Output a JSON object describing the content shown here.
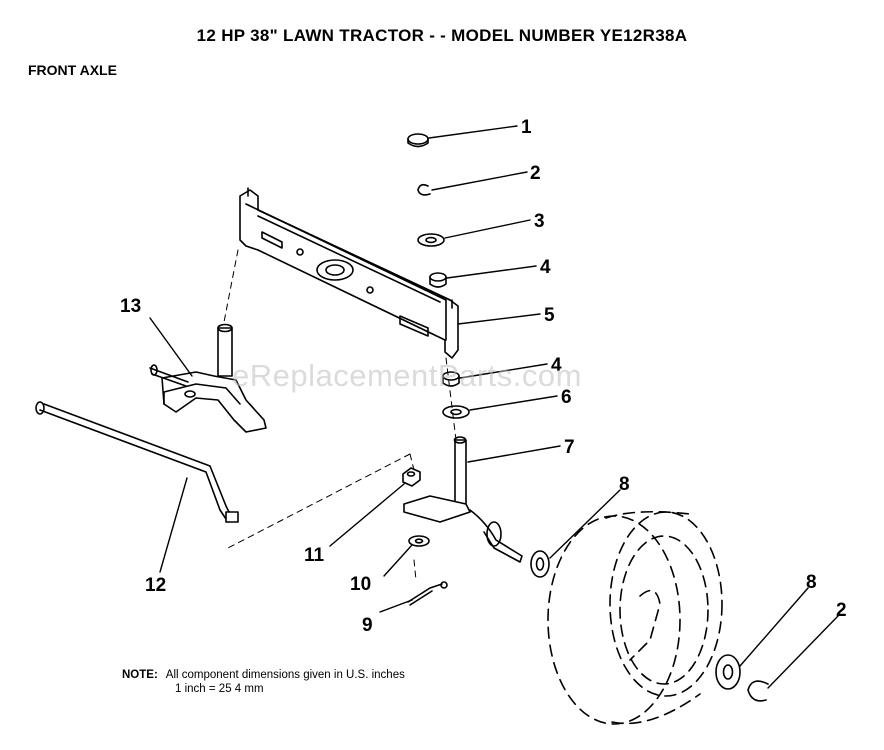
{
  "header": {
    "title": "12 HP 38\" LAWN TRACTOR - - MODEL NUMBER YE12R38A",
    "subtitle": "FRONT AXLE"
  },
  "callouts": [
    "1",
    "2",
    "3",
    "4",
    "5",
    "4",
    "6",
    "7",
    "8",
    "13",
    "12",
    "11",
    "10",
    "9",
    "8",
    "2"
  ],
  "watermark": "eReplacementParts.com",
  "note": {
    "label": "NOTE:",
    "line1": "All component dimensions given in U.S. inches",
    "line2": "1 inch = 25 4 mm"
  },
  "colors": {
    "ink": "#000000",
    "watermark": "#bebebe"
  }
}
